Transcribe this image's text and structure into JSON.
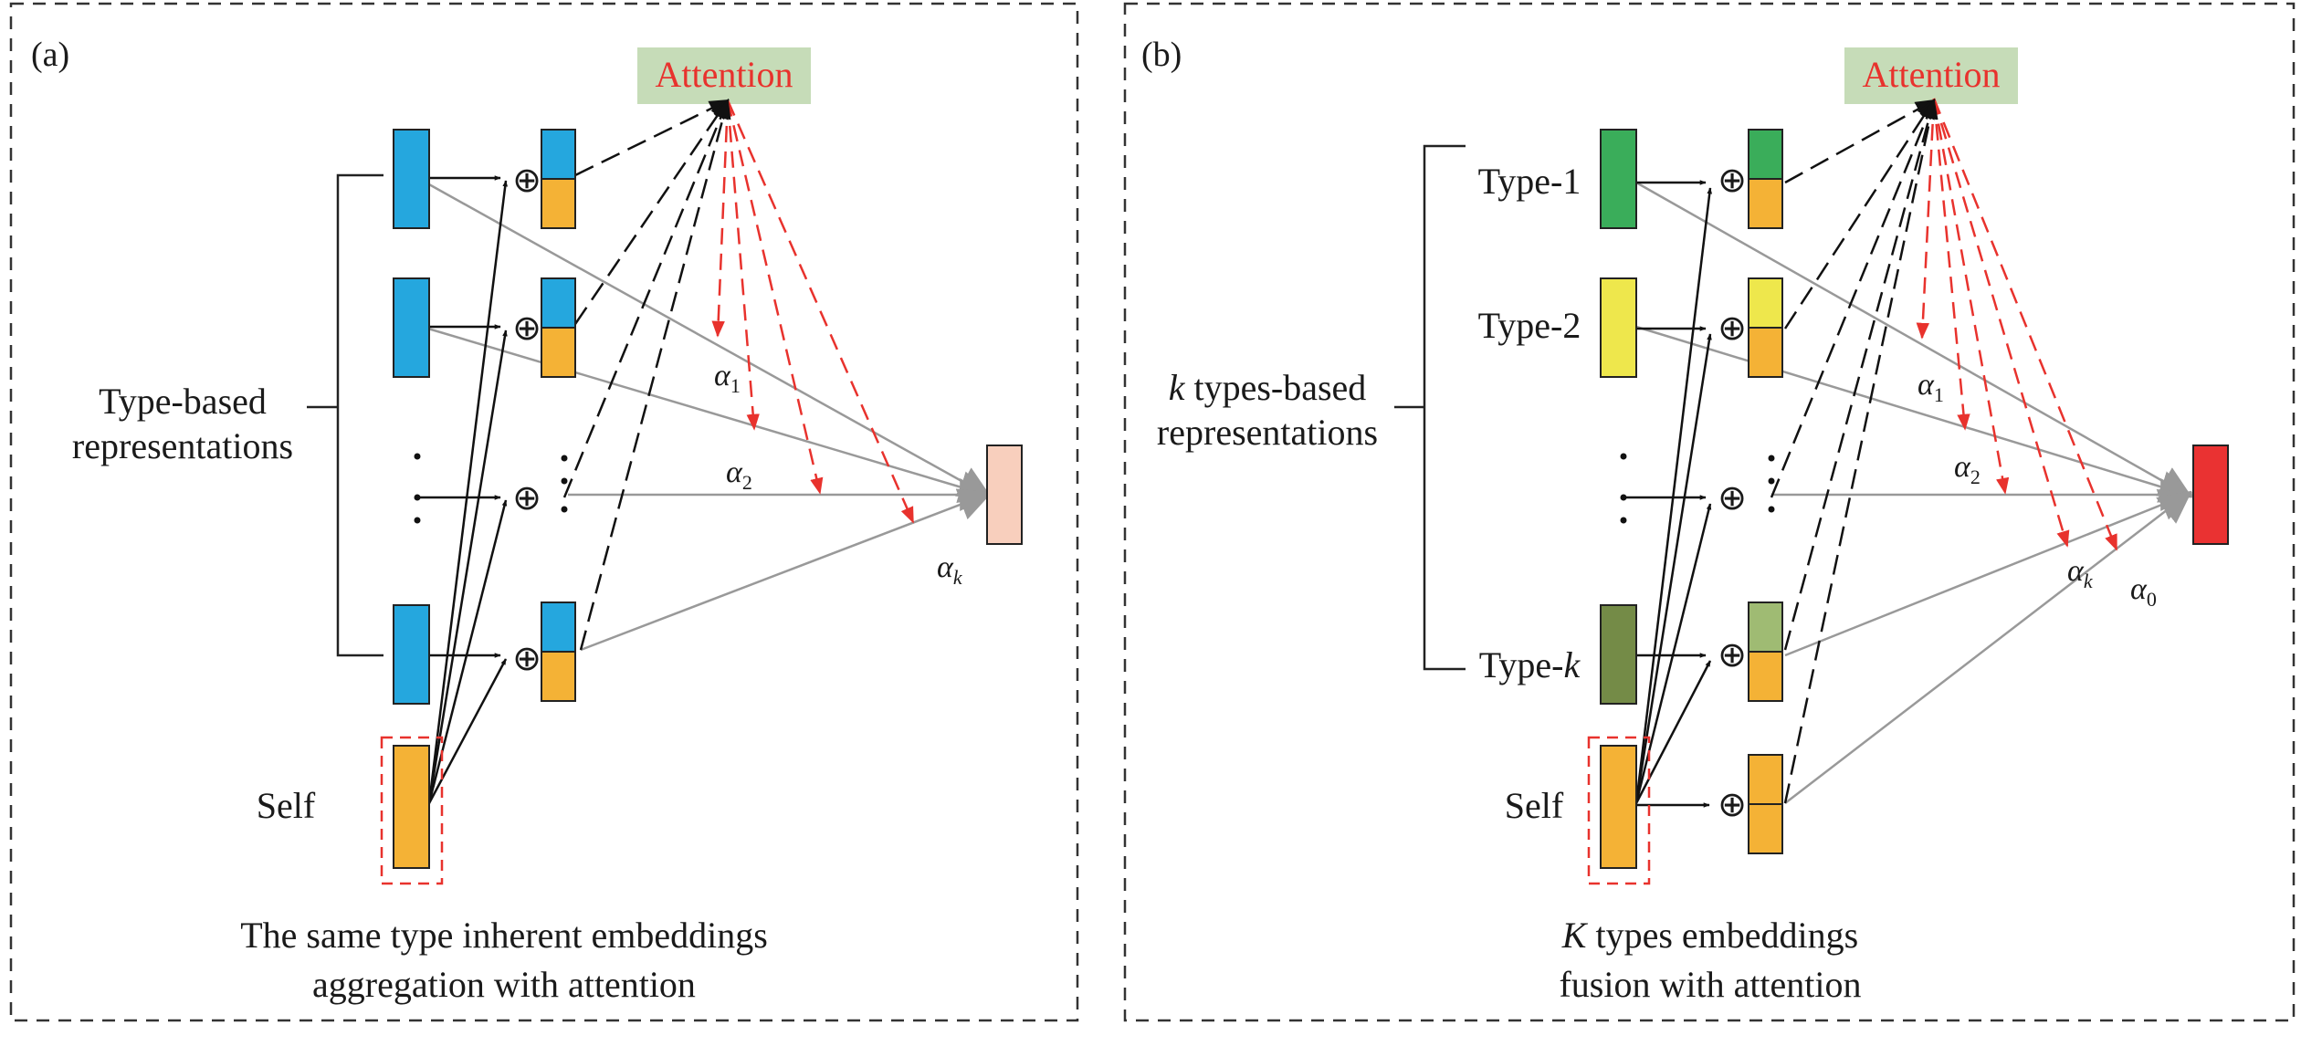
{
  "panel_a": {
    "label": "(a)",
    "attention": "Attention",
    "group_label_line1": "Type-based",
    "group_label_line2": "representations",
    "self_label": "Self",
    "alphas": [
      "1",
      "2",
      "k"
    ],
    "caption_line1": "The same type inherent embeddings",
    "caption_line2": "aggregation with attention"
  },
  "panel_b": {
    "label": "(b)",
    "attention": "Attention",
    "group_label_italic": "k",
    "group_label_rest": " types-based",
    "group_label_line2": "representations",
    "type_labels": [
      "Type-1",
      "Type-2",
      "Type-"
    ],
    "type_k_italic": "k",
    "self_label": "Self",
    "alphas": [
      "1",
      "2",
      "k",
      "0"
    ],
    "caption_italic": "K",
    "caption_rest": " types embeddings",
    "caption_line2": "fusion with attention"
  },
  "symbols": {
    "oplus": "⊕",
    "alpha": "α"
  },
  "colors": {
    "blue": "#25a7de",
    "orange": "#f4b236",
    "light_pink": "#f8cfbd",
    "green": "#3aad5a",
    "yellow": "#eee74c",
    "olive": "#748b47",
    "light_green": "#9fbb73",
    "red_out": "#ea3232",
    "attention_bg": "#c6dcb8",
    "attention_text": "#e8322d",
    "arrow_gray": "#999999",
    "dash_red": "#e8322d"
  }
}
